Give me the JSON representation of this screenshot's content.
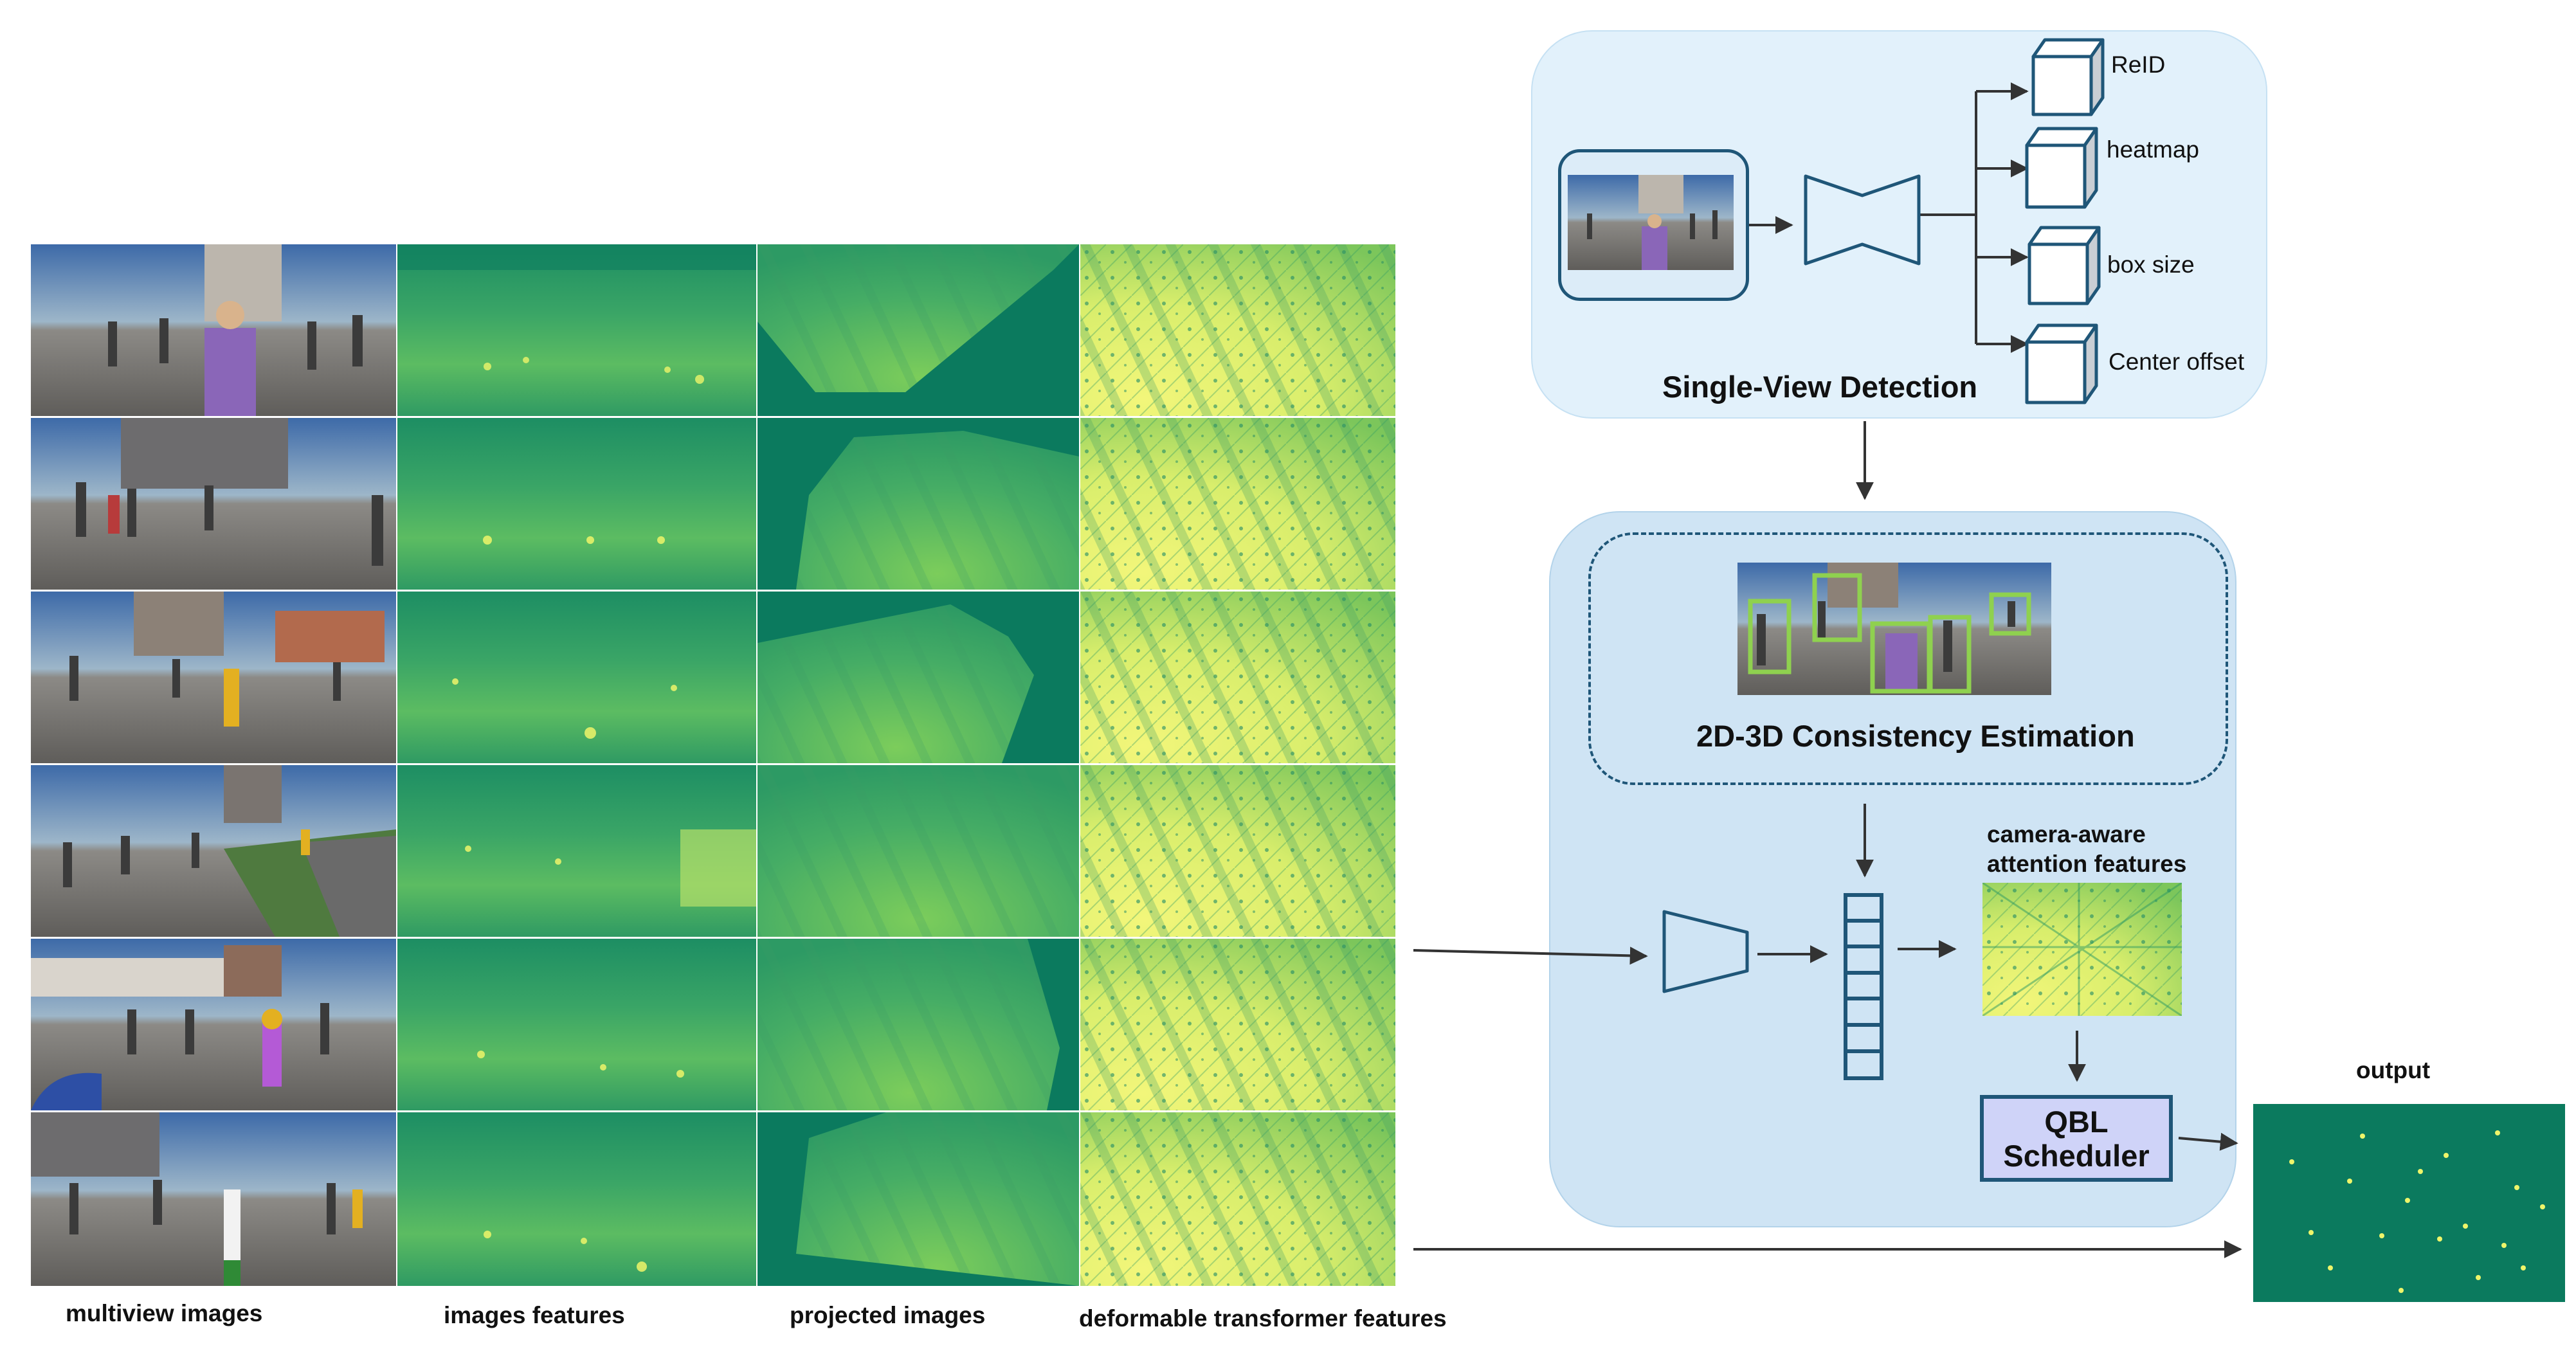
{
  "diagram": {
    "columns": {
      "multiview_images": "multiview images",
      "image_features": "images features",
      "projected_images": "projected images",
      "deformable_features": "deformable transformer features"
    },
    "single_view": {
      "title": "Single-View Detection",
      "heads": [
        "ReID",
        "heatmap",
        "box size",
        "Center offset"
      ]
    },
    "consistency": {
      "title": "2D-3D Consistency Estimation"
    },
    "attention_label": "camera-aware attention features",
    "qbl": {
      "line1": "QBL",
      "line2": "Scheduler"
    },
    "output_label": "output",
    "colors": {
      "feature_dark": "#0b7a5e",
      "feature_mid": "#3fb36a",
      "feature_light": "#eef56a",
      "box_stroke": "#1f5678",
      "panel_light": "#e2f1fb",
      "panel_mid": "#cfe4f4",
      "qbl_fill": "#cfd3f8",
      "detection_box": "#8fd14f"
    },
    "icons": [
      "cube-icon",
      "encoder-decoder-icon",
      "trapezoid-icon",
      "vector-stack-icon"
    ]
  }
}
